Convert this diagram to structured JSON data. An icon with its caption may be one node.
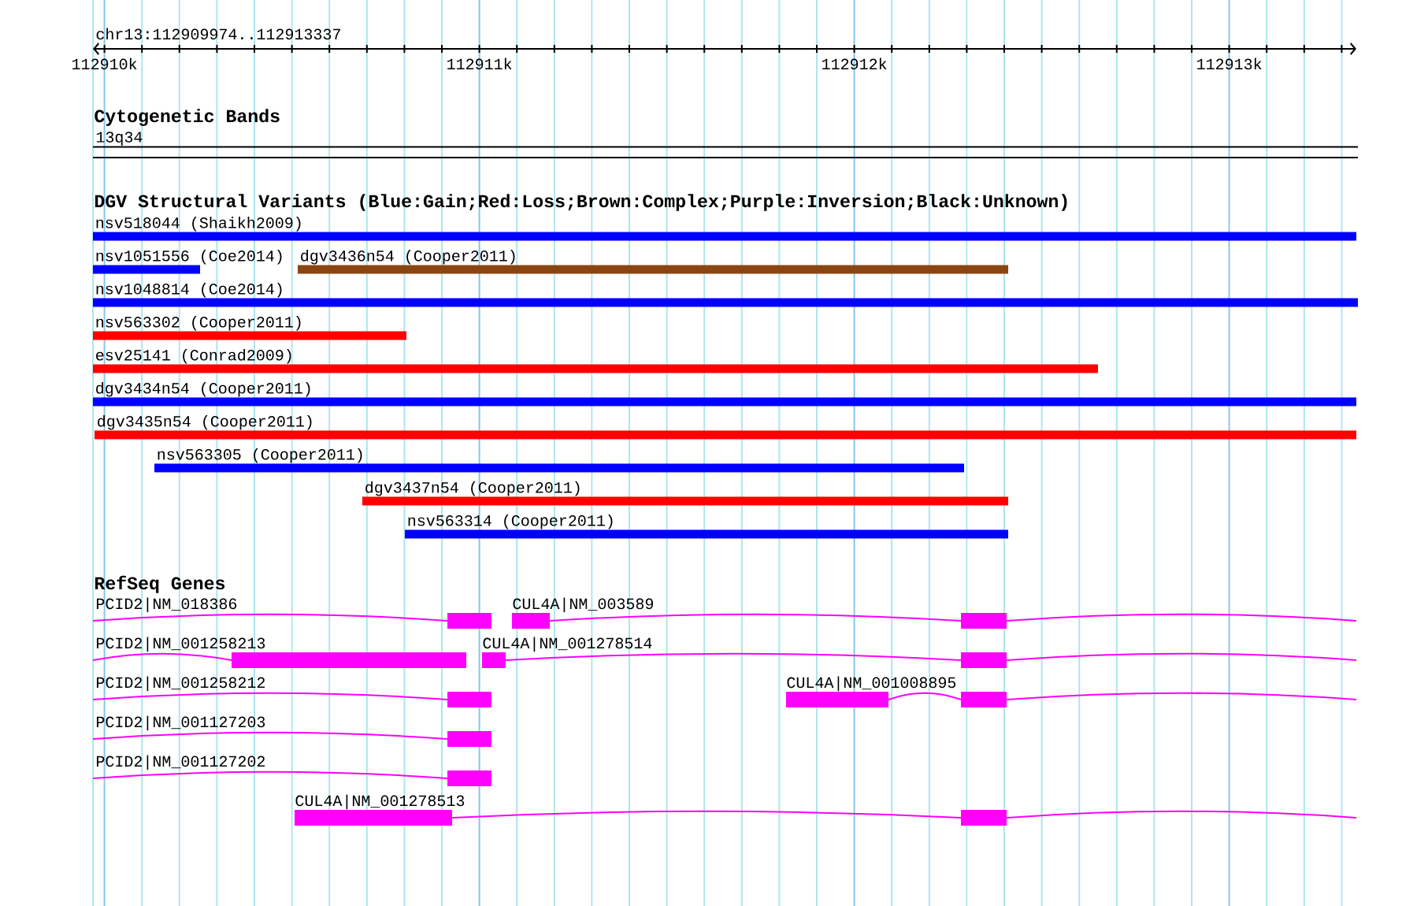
{
  "diagram": {
    "nodes": [
      {
        "text": [
          "13q34"
        ]
      },
      {
        "text": [
          "nsv518044 (Shaikh2009)"
        ]
      },
      {
        "text": [
          "nsv1051556 (Coe2014)"
        ]
      },
      {
        "text": [
          "dgv3436n54 (Cooper2011)"
        ]
      },
      {
        "text": [
          "nsv1048814 (Coe2014)"
        ]
      },
      {
        "text": [
          "nsv563302 (Cooper2011)"
        ]
      },
      {
        "text": [
          "esv25141 (Conrad2009)"
        ]
      },
      {
        "text": [
          "dgv3434n54 (Cooper2011)"
        ]
      },
      {
        "text": [
          "dgv3435n54 (Cooper2011)"
        ]
      },
      {
        "text": [
          "nsv563305 (Cooper2011)"
        ]
      },
      {
        "text": [
          "dgv3437n54 (Cooper2011)"
        ]
      },
      {
        "text": [
          "nsv563314 (Cooper2011)"
        ]
      },
      {
        "text": [
          "PCID2|NM_018386"
        ]
      },
      {
        "text": [
          "CUL4A|NM_003589"
        ]
      },
      {
        "text": [
          "PCID2|NM_001258213"
        ]
      },
      {
        "text": [
          "CUL4A|NM_001278514"
        ]
      },
      {
        "text": [
          "PCID2|NM_001258212"
        ]
      },
      {
        "text": [
          "CUL4A|NM_001008895"
        ]
      },
      {
        "text": [
          "PCID2|NM_001127203"
        ]
      },
      {
        "text": [
          "PCID2|NM_001127202"
        ]
      },
      {
        "text": [
          "CUL4A|NM_001278513"
        ]
      }
    ],
    "labels": [
      "chr13:112909974..112913337",
      "112910k",
      "112911k",
      "112912k",
      "112913k",
      "Cytogenetic Bands",
      "DGV Structural Variants (Blue:Gain;Red:Loss;Brown:Complex;Purple:Inversion;Black:Unknown)",
      "RefSeq Genes"
    ]
  }
}
